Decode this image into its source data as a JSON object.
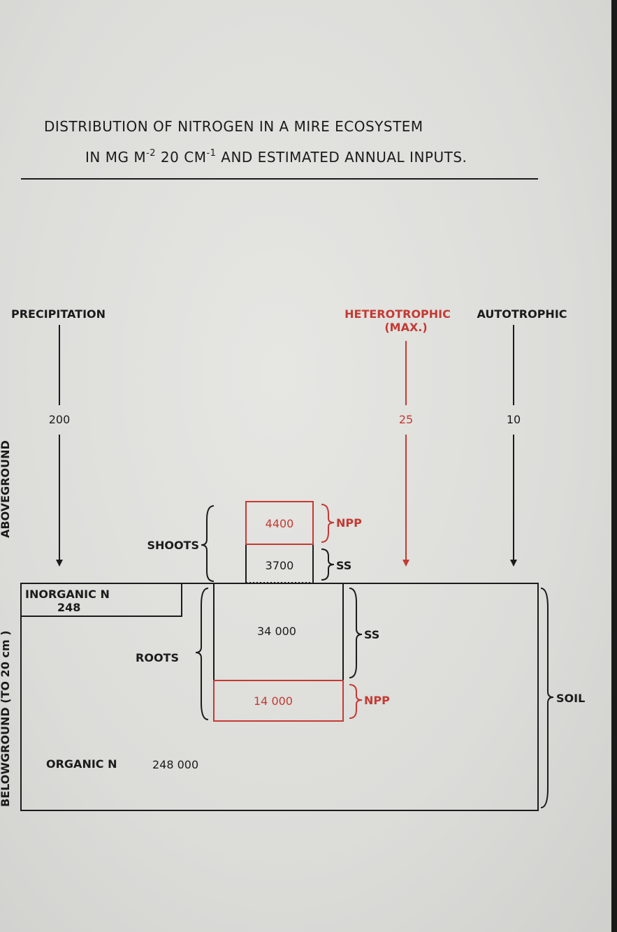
{
  "title": {
    "line1": "DISTRIBUTION  OF NITROGEN  IN  A  MIRE  ECOSYSTEM",
    "line2_part1": "IN MG   M",
    "line2_exp1": "-2",
    "line2_part2": "  20  CM",
    "line2_exp2": "-1",
    "line2_part3": "  AND  ESTIMATED ANNUAL  INPUTS."
  },
  "side_labels": {
    "aboveground": "ABOVEGROUND",
    "belowground": "BELOWGROUND (TO 20 cm )"
  },
  "inputs": [
    {
      "label": "PRECIPITATION",
      "value": "200",
      "color": "#1b1b1b"
    },
    {
      "label": "HETEROTROPHIC",
      "sublabel": "(MAX.)",
      "value": "25",
      "color": "#c43a33"
    },
    {
      "label": "AUTOTROPHIC",
      "value": "10",
      "color": "#1b1b1b"
    }
  ],
  "shoots": {
    "label": "SHOOTS",
    "npp_value": "4400",
    "npp_label": "NPP",
    "ss_value": "3700",
    "ss_label": "SS"
  },
  "roots": {
    "label": "ROOTS",
    "ss_value": "34 000",
    "ss_label": "SS",
    "npp_value": "14 000",
    "npp_label": "NPP"
  },
  "soil": {
    "label": "SOIL",
    "inorganic_label": "INORGANIC  N",
    "inorganic_value": "248",
    "organic_label": "ORGANIC   N",
    "organic_value": "248  000"
  },
  "colors": {
    "ink": "#1b1b1b",
    "red": "#c43a33",
    "paper": "#e2e2df"
  }
}
